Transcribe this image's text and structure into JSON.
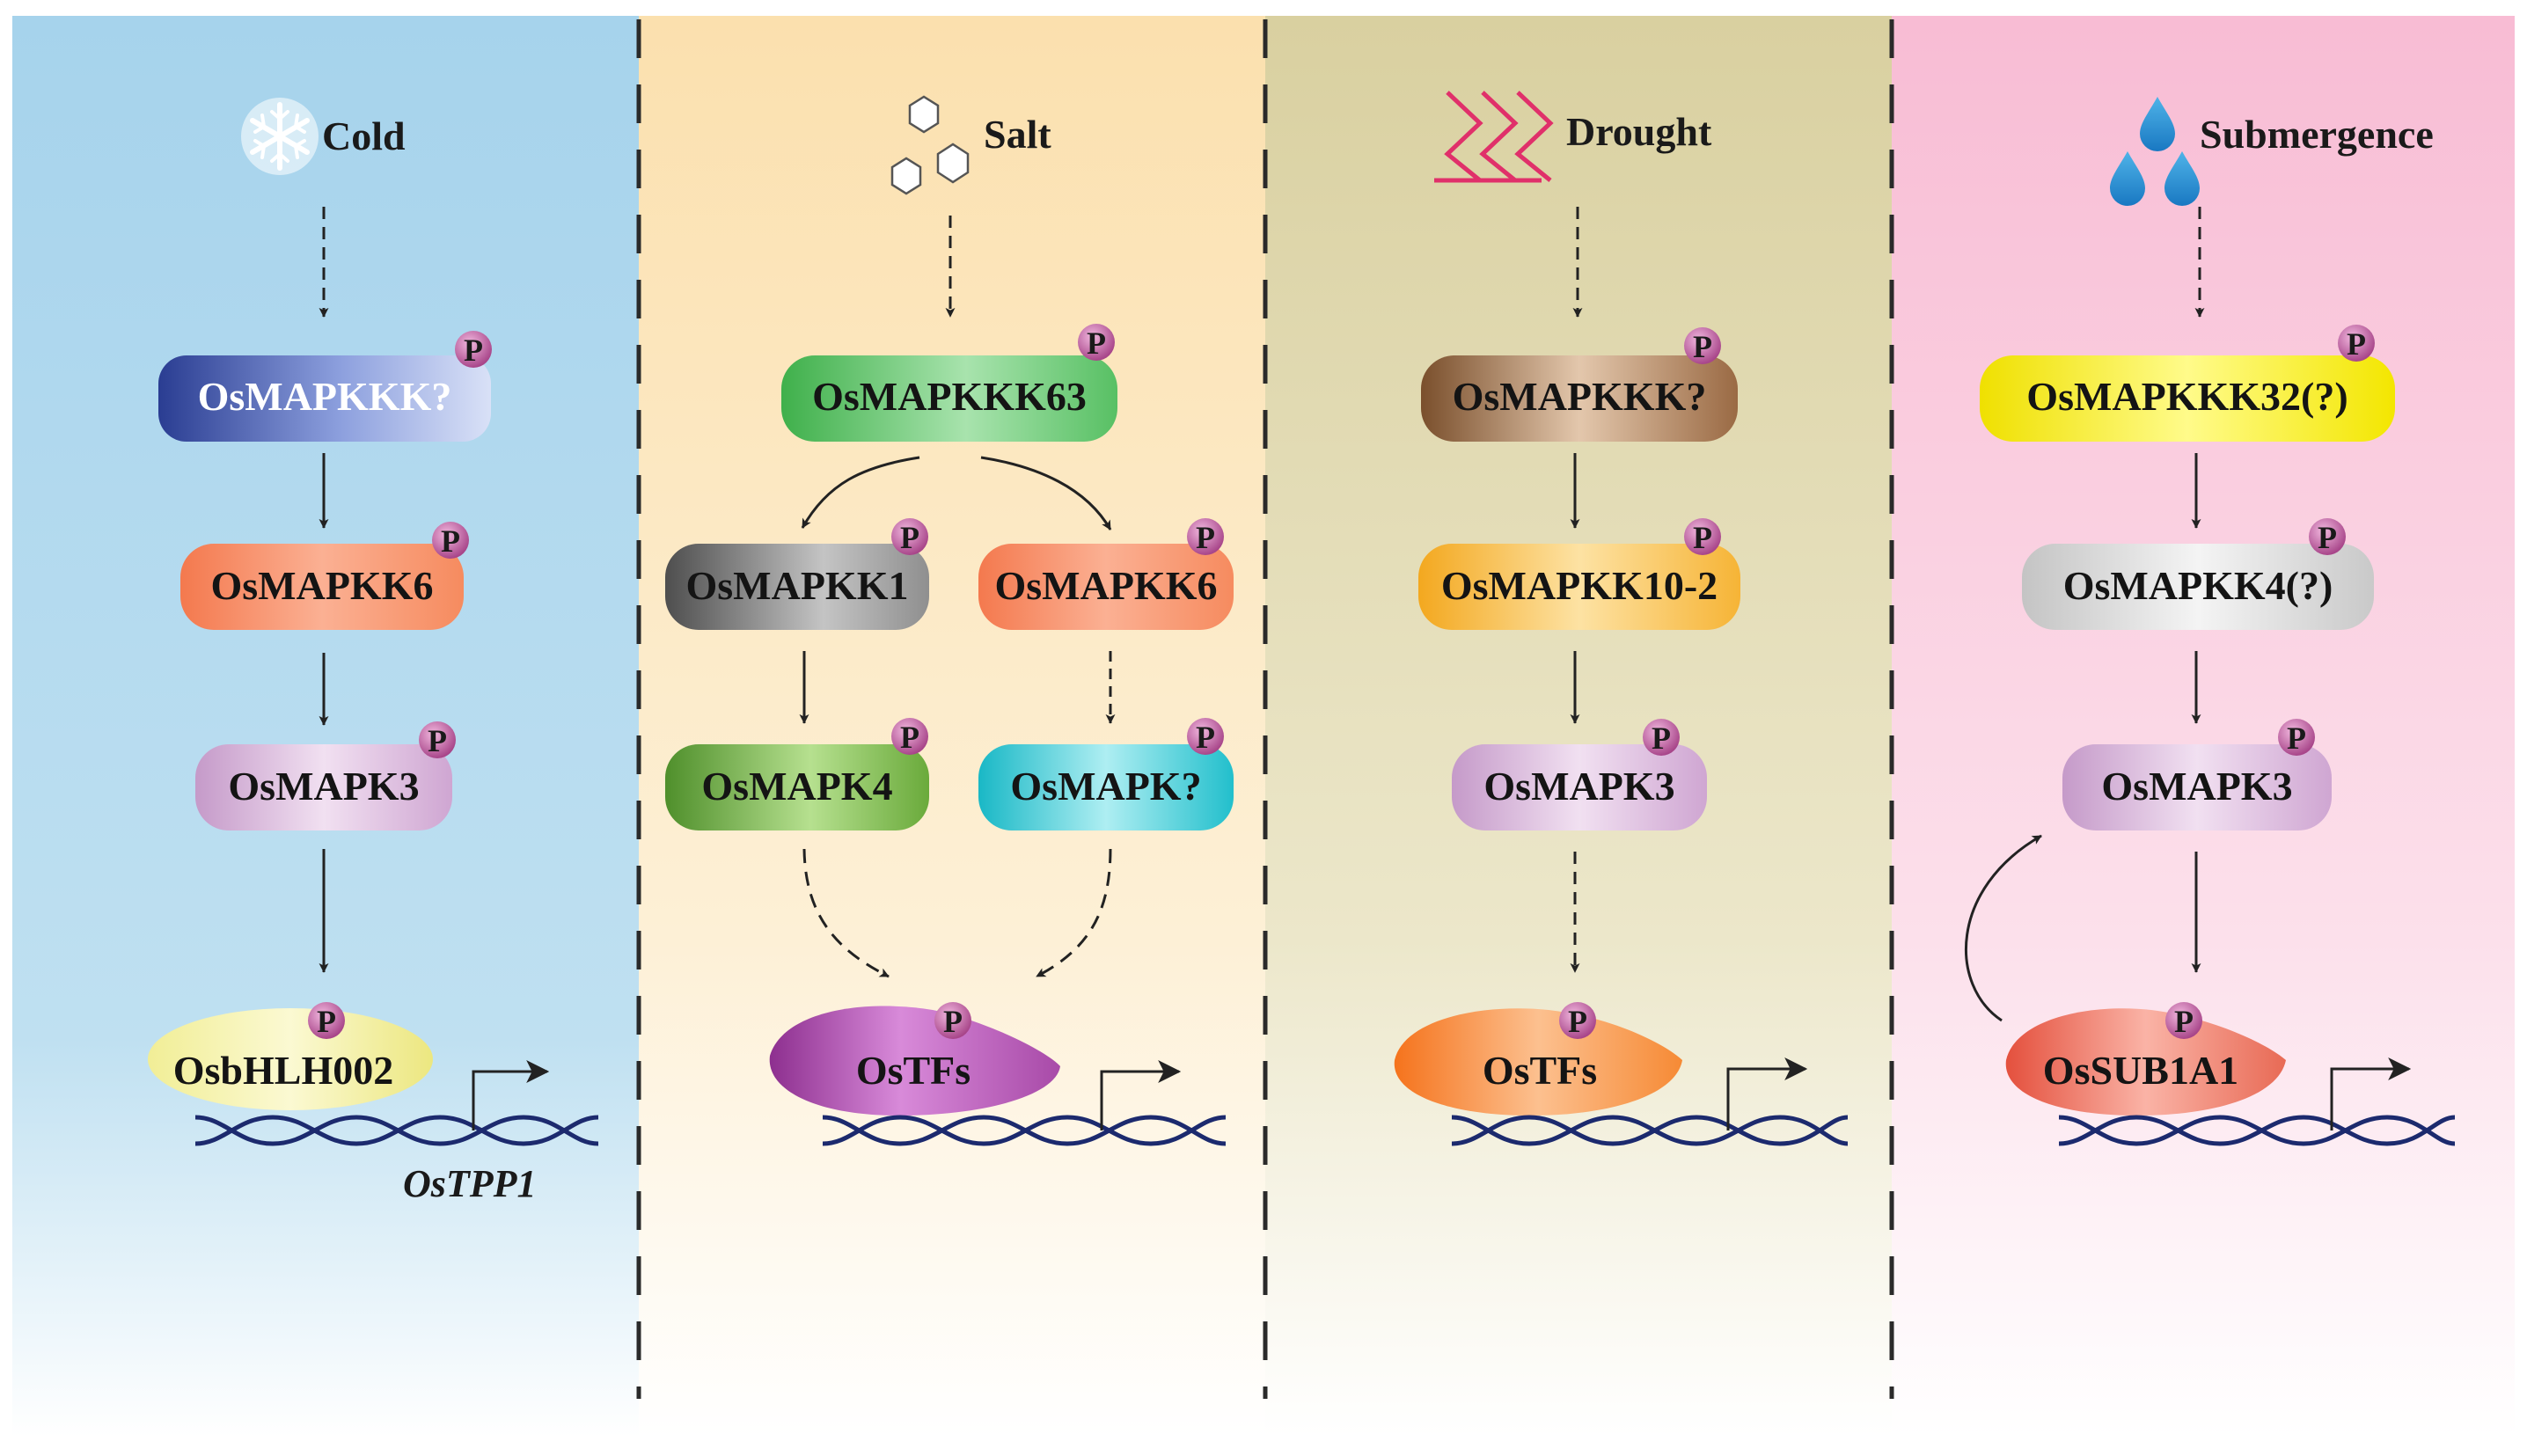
{
  "phospho_label": "P",
  "colors": {
    "cold_bg": "#a6d3ec",
    "salt_bg": "#fbe2b4",
    "drought_bg": "#ddd5a8",
    "submergence_bg": "#f8bfd6",
    "dna": "#1c2a6e",
    "arrow": "#222222",
    "phospho_circle": "#b0508f"
  },
  "panels": {
    "cold": {
      "stimulus": "Cold",
      "mapkkk": "OsMAPKKK?",
      "mapkk": "OsMAPKK6",
      "mapk": "OsMAPK3",
      "tf": "OsbHLH002",
      "gene": "OsTPP1"
    },
    "salt": {
      "stimulus": "Salt",
      "mapkkk": "OsMAPKKK63",
      "mapkk_a": "OsMAPKK1",
      "mapkk_b": "OsMAPKK6",
      "mapk_a": "OsMAPK4",
      "mapk_b": "OsMAPK?",
      "tf": "OsTFs"
    },
    "drought": {
      "stimulus": "Drought",
      "mapkkk": "OsMAPKKK?",
      "mapkk": "OsMAPKK10-2",
      "mapk": "OsMAPK3",
      "tf": "OsTFs"
    },
    "submergence": {
      "stimulus": "Submergence",
      "mapkkk": "OsMAPKKK32(?)",
      "mapkk": "OsMAPKK4(?)",
      "mapk": "OsMAPK3",
      "tf": "OsSUB1A1"
    }
  }
}
